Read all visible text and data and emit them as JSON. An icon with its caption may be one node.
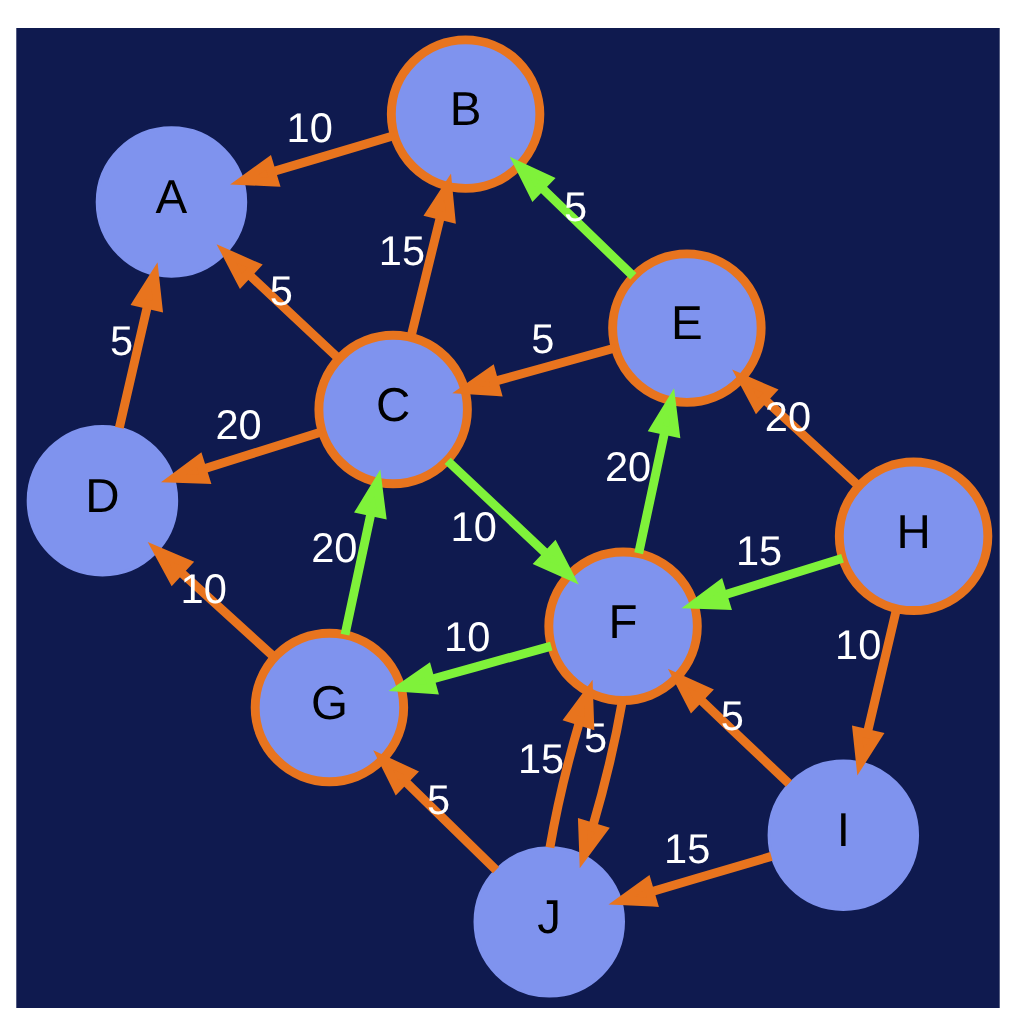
{
  "diagram": {
    "nodes": [
      {
        "text": [
          "A"
        ]
      },
      {
        "text": [
          "B"
        ]
      },
      {
        "text": [
          "C"
        ]
      },
      {
        "text": [
          "D"
        ]
      },
      {
        "text": [
          "E"
        ]
      },
      {
        "text": [
          "F"
        ]
      },
      {
        "text": [
          "G"
        ]
      },
      {
        "text": [
          "H"
        ]
      },
      {
        "text": [
          "I"
        ]
      },
      {
        "text": [
          "J"
        ]
      }
    ],
    "edges": [
      {
        "from": 3,
        "to": 0,
        "arrow": "to",
        "label": "5"
      },
      {
        "from": 6,
        "to": 3,
        "arrow": "to",
        "label": "10"
      },
      {
        "from": 2,
        "to": 0,
        "arrow": "to",
        "label": "5"
      },
      {
        "from": 2,
        "to": 3,
        "arrow": "to",
        "label": "20"
      },
      {
        "from": 6,
        "to": 2,
        "arrow": "to",
        "label": "20",
        "color": "#7ff23a"
      },
      {
        "from": 2,
        "to": 1,
        "arrow": "to",
        "label": "15"
      },
      {
        "from": 1,
        "to": 0,
        "arrow": "to",
        "label": "10"
      },
      {
        "from": 2,
        "to": 5,
        "arrow": "to",
        "label": "10",
        "color": "#7ff23a"
      },
      {
        "from": 5,
        "to": 6,
        "arrow": "to",
        "label": "10",
        "color": "#7ff23a"
      },
      {
        "from": 9,
        "to": 6,
        "arrow": "to",
        "label": "5"
      },
      {
        "from": 5,
        "to": 9,
        "arrow": "to",
        "label": "5"
      },
      {
        "from": 9,
        "to": 5,
        "arrow": "to",
        "label": "15"
      },
      {
        "from": 5,
        "to": 4,
        "arrow": "to",
        "label": "20",
        "color": "#7ff23a"
      },
      {
        "from": 4,
        "to": 2,
        "arrow": "to",
        "label": "5"
      },
      {
        "from": 4,
        "to": 1,
        "arrow": "to",
        "label": "5",
        "color": "#7ff23a"
      },
      {
        "from": 7,
        "to": 5,
        "arrow": "to",
        "label": "15",
        "color": "#7ff23a"
      },
      {
        "from": 7,
        "to": 4,
        "arrow": "to",
        "label": "20"
      },
      {
        "from": 7,
        "to": 8,
        "arrow": "to",
        "label": "10"
      },
      {
        "from": 8,
        "to": 5,
        "arrow": "to",
        "label": "5"
      },
      {
        "from": 8,
        "to": 9,
        "arrow": "to",
        "label": "15"
      }
    ]
  }
}
